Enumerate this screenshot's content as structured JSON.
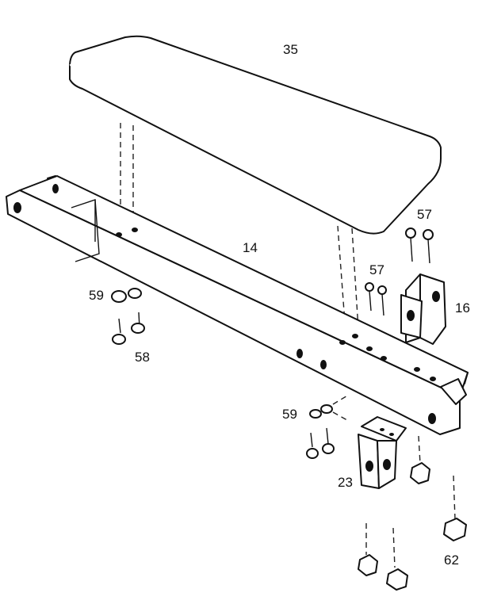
{
  "diagram": {
    "callouts": [
      {
        "id": "c35",
        "part": "35"
      },
      {
        "id": "c14",
        "part": "14"
      },
      {
        "id": "c57a",
        "part": "57"
      },
      {
        "id": "c57b",
        "part": "57"
      },
      {
        "id": "c16",
        "part": "16"
      },
      {
        "id": "c59a",
        "part": "59"
      },
      {
        "id": "c58",
        "part": "58"
      },
      {
        "id": "c59b",
        "part": "59"
      },
      {
        "id": "c23",
        "part": "23"
      },
      {
        "id": "c62",
        "part": "62"
      }
    ],
    "colors": {
      "ink": "#111111",
      "pad": "#1c1c1c",
      "paper": "#ffffff"
    }
  }
}
